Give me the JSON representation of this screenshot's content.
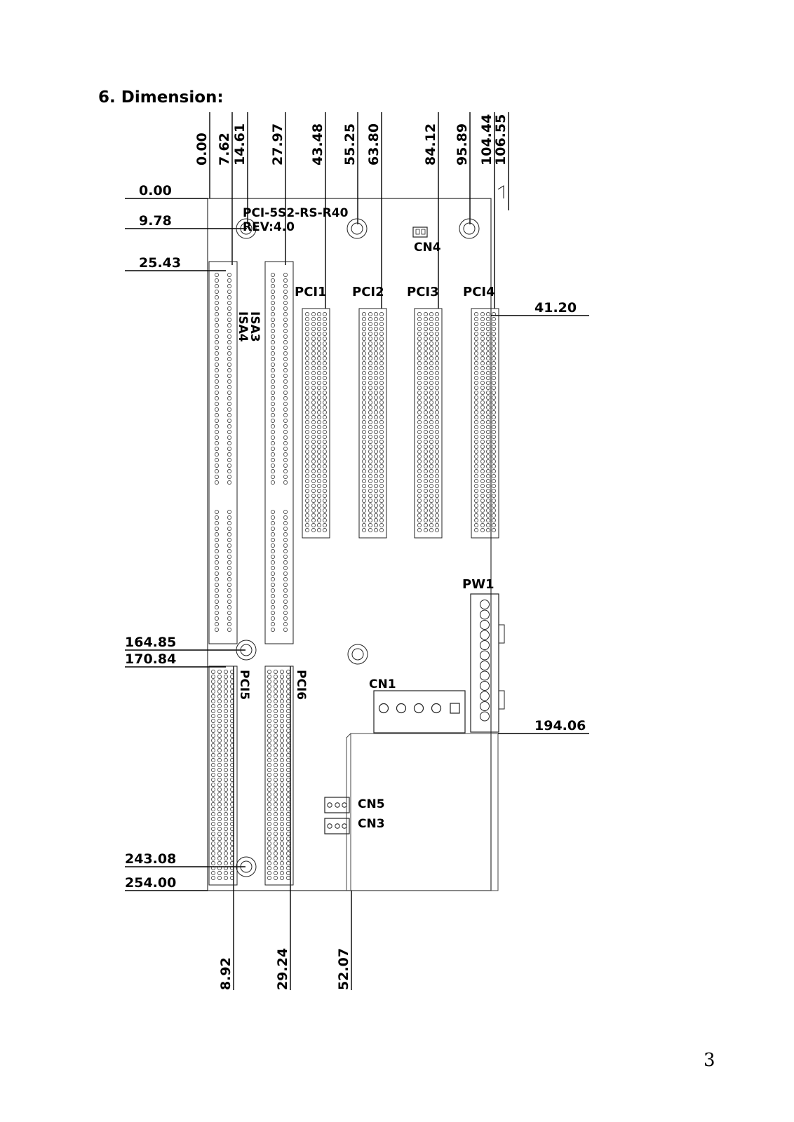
{
  "page": {
    "title": "6. Dimension:",
    "page_number": "3"
  },
  "board": {
    "model": "PCI-5S2-RS-R40",
    "revision": "REV:4.0"
  },
  "dimensions": {
    "top": [
      "0.00",
      "7.62",
      "14.61",
      "27.97",
      "43.48",
      "55.25",
      "63.80",
      "84.12",
      "95.89",
      "104.44",
      "106.55"
    ],
    "left": [
      "0.00",
      "9.78",
      "25.43",
      "164.85",
      "170.84",
      "243.08",
      "254.00"
    ],
    "right": [
      "41.20",
      "194.06"
    ],
    "bottom": [
      "8.92",
      "29.24",
      "52.07"
    ]
  },
  "components": {
    "isa4": "ISA4",
    "isa3": "ISA3",
    "pci1": "PCI1",
    "pci2": "PCI2",
    "pci3": "PCI3",
    "pci4": "PCI4",
    "pci5": "PCI5",
    "pci6": "PCI6",
    "cn1": "CN1",
    "cn3": "CN3",
    "cn4": "CN4",
    "cn5": "CN5",
    "pw1": "PW1"
  }
}
